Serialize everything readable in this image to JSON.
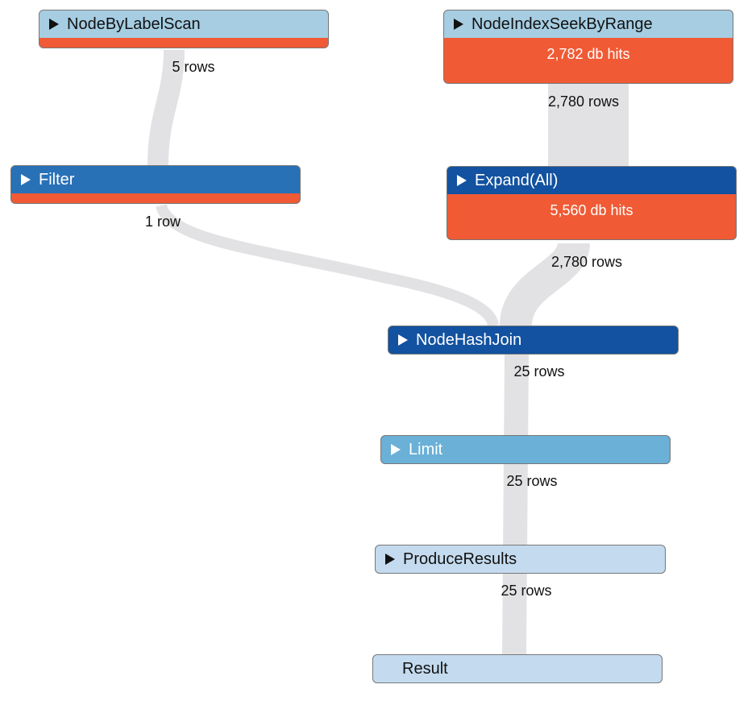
{
  "colors": {
    "light_blue": "#a6cde2",
    "mid_blue": "#2871b7",
    "dark_blue": "#1252a0",
    "sky_blue": "#6ab0d7",
    "pale_blue": "#c4dbef",
    "hits_orange": "#f05a34",
    "flow_gray": "#e2e2e4"
  },
  "operators": [
    {
      "id": "node-by-label-scan",
      "name": "NodeByLabelScan",
      "rows": "5 rows"
    },
    {
      "id": "node-index-seek-by-range",
      "name": "NodeIndexSeekByRange",
      "db_hits": "2,782 db hits",
      "rows": "2,780 rows"
    },
    {
      "id": "filter",
      "name": "Filter",
      "rows": "1 row"
    },
    {
      "id": "expand-all",
      "name": "Expand(All)",
      "db_hits": "5,560 db hits",
      "rows": "2,780 rows"
    },
    {
      "id": "node-hash-join",
      "name": "NodeHashJoin",
      "rows": "25 rows"
    },
    {
      "id": "limit",
      "name": "Limit",
      "rows": "25 rows"
    },
    {
      "id": "produce-results",
      "name": "ProduceResults",
      "rows": "25 rows"
    },
    {
      "id": "result",
      "name": "Result"
    }
  ]
}
